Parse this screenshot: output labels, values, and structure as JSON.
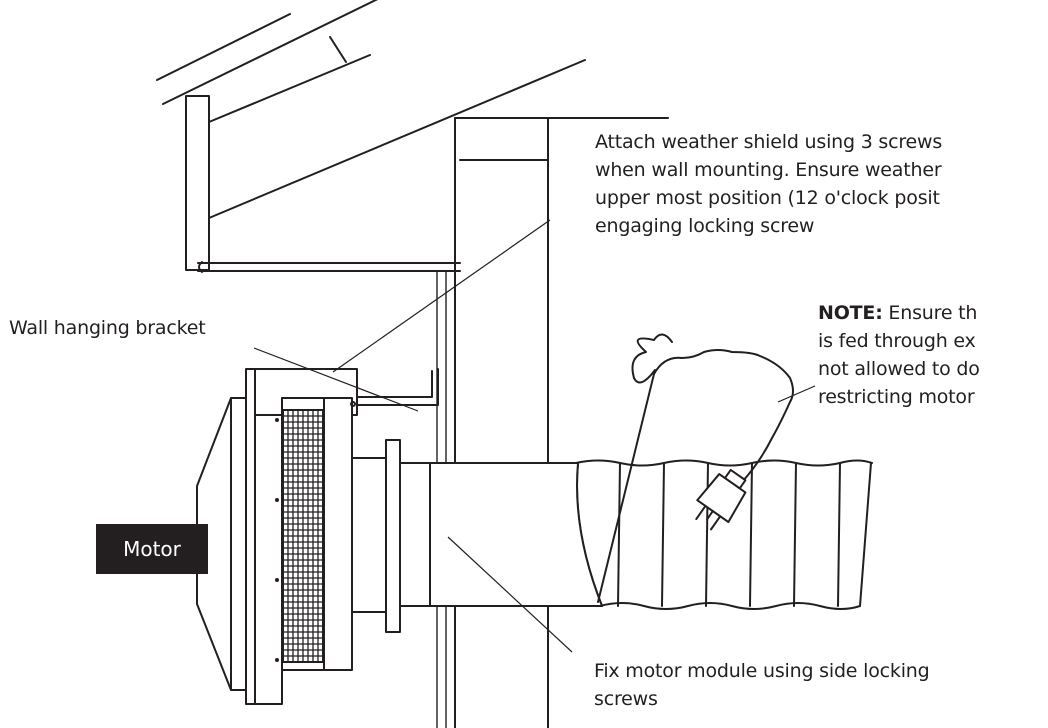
{
  "labels": {
    "weather_shield": {
      "lines": [
        "Attach weather shield using 3 screws",
        "when wall mounting. Ensure weather",
        "upper most position (12 o'clock posit",
        "engaging locking screw"
      ]
    },
    "wall_bracket": "Wall hanging bracket",
    "note": {
      "prefix": "NOTE:",
      "lines": [
        " Ensure th",
        "is fed through ex",
        "not allowed to do",
        "restricting motor"
      ]
    },
    "motor": "Motor",
    "fix_motor": {
      "lines": [
        "Fix motor module using side locking",
        "screws"
      ]
    }
  },
  "colors": {
    "ink": "#231f20",
    "background": "#ffffff",
    "label_box": "#231f20",
    "label_box_text": "#ffffff"
  }
}
